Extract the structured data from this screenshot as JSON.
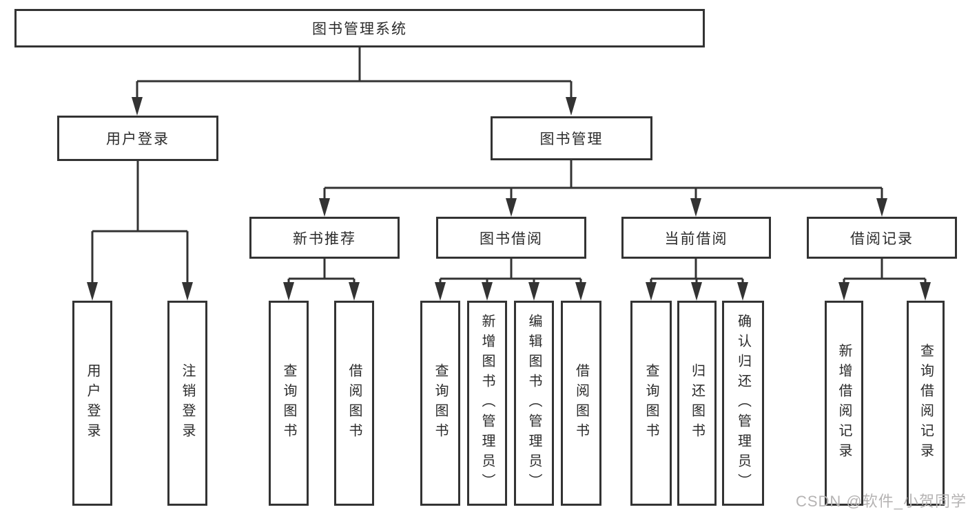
{
  "diagram": {
    "title": "图书管理系统",
    "level2": {
      "login": "用户登录",
      "management": "图书管理"
    },
    "login_children": [
      "用户登录",
      "注销登录"
    ],
    "level3": [
      "新书推荐",
      "图书借阅",
      "当前借阅",
      "借阅记录"
    ],
    "level3_children": [
      [
        "查询图书",
        "借阅图书"
      ],
      [
        "查询图书",
        "新增图书（管理员）",
        "编辑图书（管理员）",
        "借阅图书"
      ],
      [
        "查询图书",
        "归还图书",
        "确认归还（管理员）"
      ],
      [
        "新增借阅记录",
        "查询借阅记录"
      ]
    ],
    "colors": {
      "line": "#333333",
      "text": "#2b2b2b",
      "watermark": "#b5b3b3"
    }
  },
  "watermark": "CSDN @软件_小贺同学"
}
